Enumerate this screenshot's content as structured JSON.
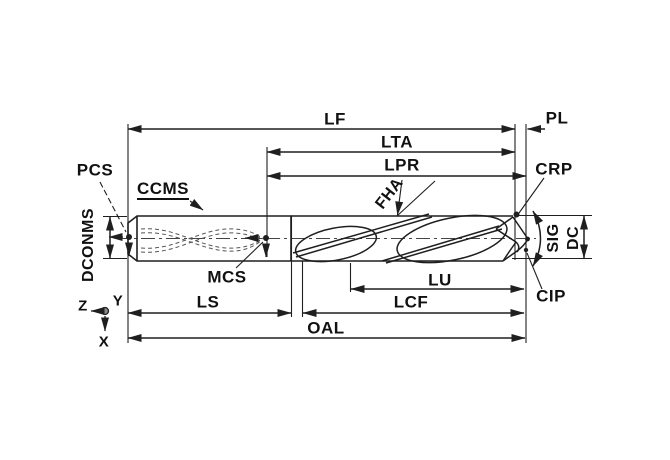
{
  "figure": {
    "colors": {
      "background": "#ffffff",
      "line": "#1f1f1f",
      "text": "#111111"
    },
    "labels": {
      "lf": "LF",
      "pl": "PL",
      "lta": "LTA",
      "lpr": "LPR",
      "pcs": "PCS",
      "ccms": "CCMS",
      "dconms": "DCONMS",
      "mcs": "MCS",
      "fha": "FHA",
      "crp": "CRP",
      "sig": "SIG",
      "dc": "DC",
      "cip": "CIP",
      "lu": "LU",
      "ls": "LS",
      "lcf": "LCF",
      "oal": "OAL"
    },
    "axes": {
      "z": "Z",
      "y": "Y",
      "x": "X"
    }
  }
}
